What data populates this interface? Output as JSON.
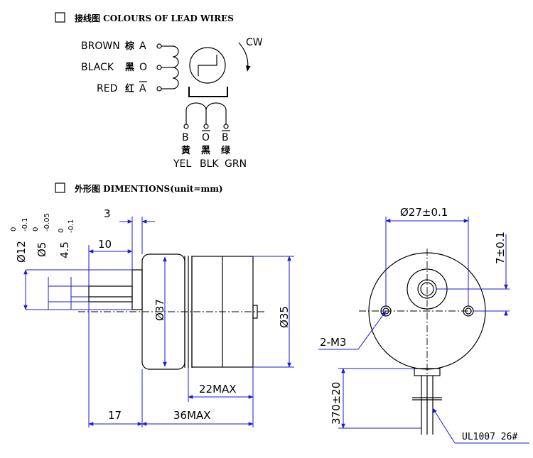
{
  "sections": {
    "wiring_title": "接线图 COLOURS OF LEAD WIRES",
    "dimensions_title": "外形图 DIMENTIONS(unit=mm)"
  },
  "wiring": {
    "rotation": "CW",
    "left_labels": [
      {
        "color": "BROWN",
        "cn": "棕",
        "phase": "A"
      },
      {
        "color": "BLACK",
        "cn": "黑",
        "phase": "O"
      },
      {
        "color": "RED",
        "cn": "红",
        "phase": "A"
      }
    ],
    "bottom_phases": [
      "B",
      "O",
      "B"
    ],
    "bottom_cn": [
      "黄",
      "黑",
      "绿"
    ],
    "bottom_colors": [
      "YEL",
      "BLK",
      "GRN"
    ]
  },
  "side_view": {
    "dims": {
      "d12": "Ø12",
      "d12_tol_upper": "0",
      "d12_tol_lower": "-0.1",
      "d5": "Ø5",
      "d5_tol_upper": "0",
      "d5_tol_lower": "-0.05",
      "d45": "4.5",
      "d45_tol_upper": "0",
      "d45_tol_lower": "-0.1",
      "len3": "3",
      "len10": "10",
      "d37": "Ø37",
      "d35": "Ø35",
      "len22": "22MAX",
      "len17": "17",
      "len36": "36MAX"
    }
  },
  "front_view": {
    "dims": {
      "d27": "Ø27±0.1",
      "off7": "7±0.1",
      "holes": "2-M3",
      "lead_len": "370±20",
      "lead_spec": "UL1007 26#"
    }
  }
}
